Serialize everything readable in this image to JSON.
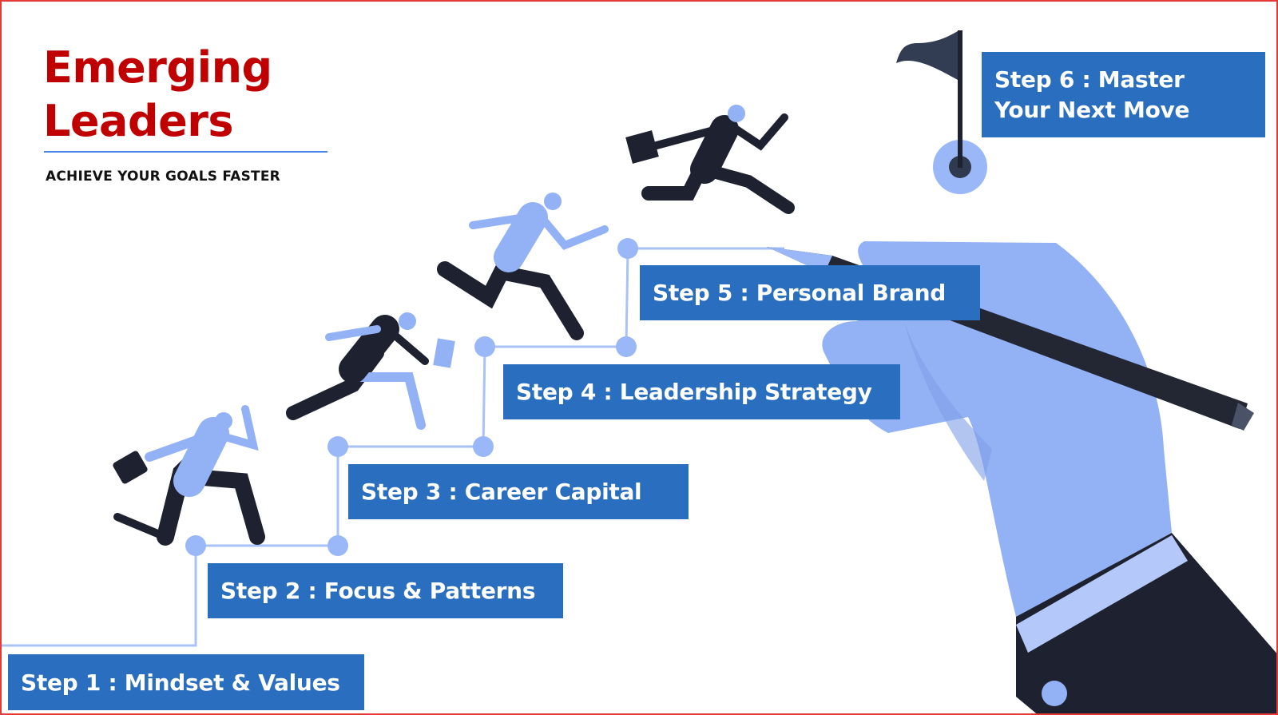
{
  "title": {
    "line1": "Emerging",
    "line2": "Leaders"
  },
  "tagline": "ACHIEVE YOUR GOALS FASTER",
  "steps": [
    {
      "label": "Step 1 : Mindset & Values"
    },
    {
      "label": "Step 2 : Focus & Patterns"
    },
    {
      "label": "Step 3 : Career Capital"
    },
    {
      "label": "Step 4 : Leadership Strategy"
    },
    {
      "label": "Step 5 : Personal Brand"
    },
    {
      "line1": "Step 6  : Master",
      "line2": "Your Next Move"
    }
  ],
  "colors": {
    "title": "#c00000",
    "box": "#2a6ebf",
    "path": "#9ab8f8",
    "dark": "#1e2230",
    "hand": "#93b1f5"
  }
}
